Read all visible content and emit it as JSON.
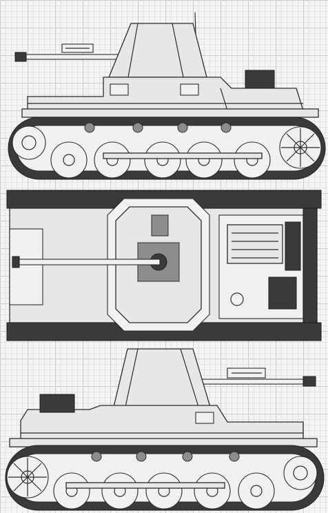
{
  "drawing": {
    "views": [
      {
        "id": "side-left"
      },
      {
        "id": "top"
      },
      {
        "id": "side-right"
      }
    ]
  }
}
